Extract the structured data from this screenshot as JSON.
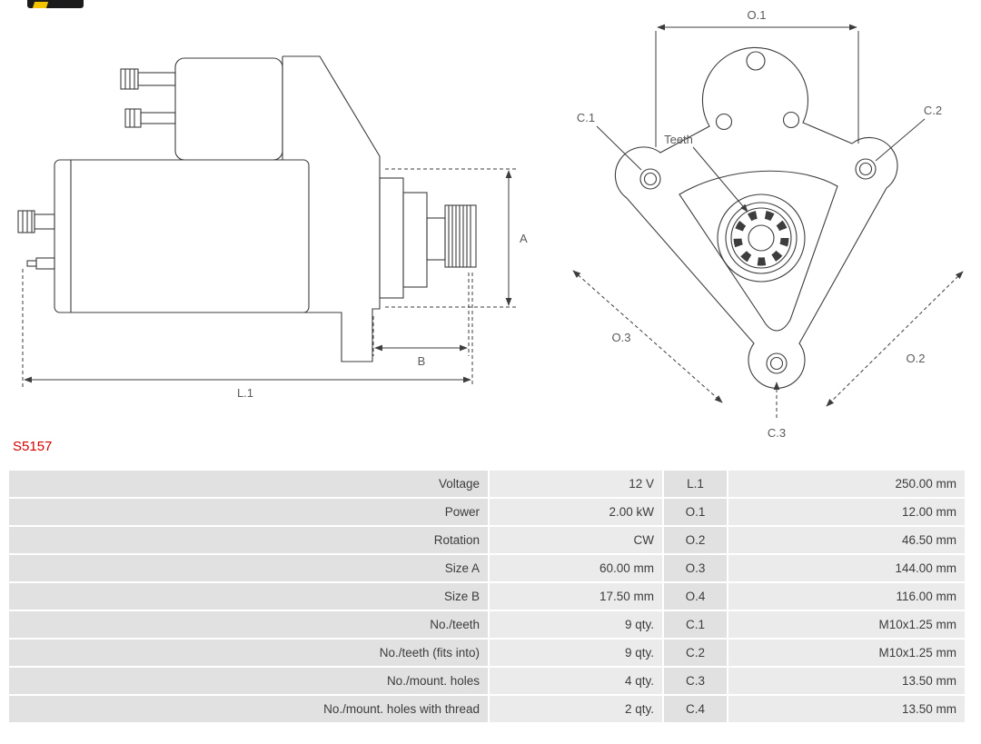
{
  "part_number": "S5157",
  "colors": {
    "part_number": "#d40000",
    "drawing_stroke": "#3d3d3d",
    "cell_dark": "#e1e1e1",
    "cell_light": "#ebebeb"
  },
  "logo": {
    "icon": "brand-logo"
  },
  "diagram": {
    "side": {
      "a": "A",
      "b": "B",
      "l1": "L.1"
    },
    "front": {
      "o1": "O.1",
      "o2": "O.2",
      "o3": "O.3",
      "c1": "C.1",
      "c2": "C.2",
      "c3": "C.3",
      "teeth": "Teeth"
    }
  },
  "specs": {
    "rows": [
      {
        "label": "Voltage",
        "value": "12 V",
        "dim": "L.1",
        "dim_value": "250.00 mm"
      },
      {
        "label": "Power",
        "value": "2.00 kW",
        "dim": "O.1",
        "dim_value": "12.00 mm"
      },
      {
        "label": "Rotation",
        "value": "CW",
        "dim": "O.2",
        "dim_value": "46.50 mm"
      },
      {
        "label": "Size A",
        "value": "60.00 mm",
        "dim": "O.3",
        "dim_value": "144.00 mm"
      },
      {
        "label": "Size B",
        "value": "17.50 mm",
        "dim": "O.4",
        "dim_value": "116.00 mm"
      },
      {
        "label": "No./teeth",
        "value": "9 qty.",
        "dim": "C.1",
        "dim_value": "M10x1.25 mm"
      },
      {
        "label": "No./teeth (fits into)",
        "value": "9 qty.",
        "dim": "C.2",
        "dim_value": "M10x1.25 mm"
      },
      {
        "label": "No./mount. holes",
        "value": "4 qty.",
        "dim": "C.3",
        "dim_value": "13.50 mm"
      },
      {
        "label": "No./mount. holes with thread",
        "value": "2 qty.",
        "dim": "C.4",
        "dim_value": "13.50 mm"
      }
    ]
  }
}
